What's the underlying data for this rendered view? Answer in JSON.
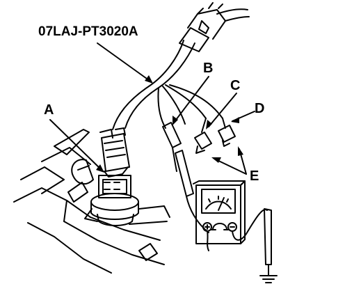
{
  "diagram": {
    "tool_code": "07LAJ-PT3020A",
    "callouts": {
      "a": "A",
      "b": "B",
      "c": "C",
      "d": "D",
      "e": "E"
    },
    "meter_terminals": {
      "ohm_symbol": "Ω",
      "minus_symbol": "⊖"
    }
  }
}
